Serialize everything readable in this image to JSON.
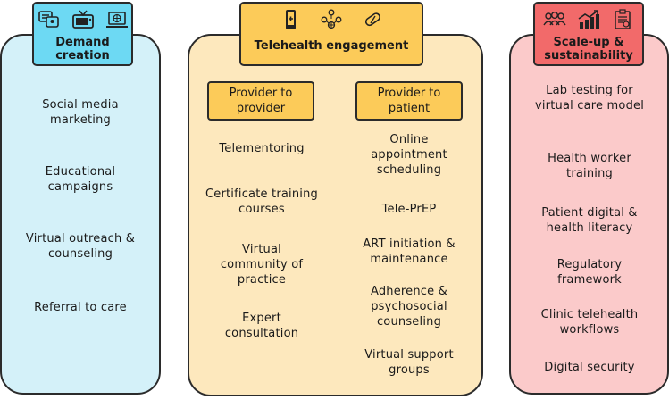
{
  "colors": {
    "blue_panel": "#d4f1f9",
    "blue_header": "#6dd9f3",
    "yellow_panel": "#fde8bd",
    "yellow_header": "#fccb59",
    "red_panel": "#fbcaca",
    "red_header": "#f26a6a"
  },
  "demand": {
    "title": "Demand creation",
    "icons": [
      "social-media-icon",
      "television-icon",
      "laptop-globe-icon"
    ],
    "items": [
      "Social media marketing",
      "Educational campaigns",
      "Virtual outreach & counseling",
      "Referral to care"
    ]
  },
  "telehealth": {
    "title": "Telehealth engagement",
    "icons": [
      "mobile-phone-icon",
      "network-people-icon",
      "pill-icon"
    ],
    "provider_to_provider": {
      "title": "Provider to provider",
      "items": [
        "Telementoring",
        "Certificate training courses",
        "Virtual community of practice",
        "Expert consultation"
      ]
    },
    "provider_to_patient": {
      "title": "Provider to patient",
      "items": [
        "Online appointment scheduling",
        "Tele-PrEP",
        "ART initiation & maintenance",
        "Adherence & psychosocial counseling",
        "Virtual support groups"
      ]
    }
  },
  "scaleup": {
    "title": "Scale-up & sustainability",
    "icons": [
      "people-group-icon",
      "growth-chart-icon",
      "checklist-icon"
    ],
    "items": [
      "Lab testing for virtual care model",
      "Health worker training",
      "Patient digital & health literacy",
      "Regulatory framework",
      "Clinic telehealth workflows",
      "Digital security"
    ]
  }
}
